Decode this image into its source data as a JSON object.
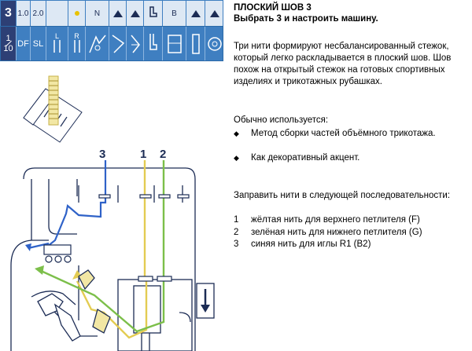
{
  "settings_strip": {
    "row1": {
      "stitch_number": "3",
      "stitch_length_a": "1.0",
      "stitch_length_b": "2.0",
      "dial_n": "N",
      "dial_b": "B"
    },
    "row2": {
      "diff_top": "1",
      "diff_bottom": "10",
      "df": "DF",
      "sl": "SL",
      "needle_l": "L",
      "needle_r": "R"
    }
  },
  "illustration": {
    "thread_numbers": [
      "3",
      "1",
      "2"
    ]
  },
  "text": {
    "title": "ПЛОСКИЙ ШОВ 3",
    "subtitle": "Выбрать 3 и настроить машину.",
    "paragraph": "Три нити формируют несбалансированный стежок, который легко раскладывается в плоский шов. Шов похож на открытый стежок на готовых спортивных изделиях и трикотажных рубашках.",
    "usage_heading": "Обычно используется:",
    "usage_items": [
      "Метод сборки частей объёмного трикотажа.",
      "Как декоративный акцент."
    ],
    "threading_heading": "Заправить нити в следующей последовательности:",
    "threading_steps": [
      {
        "num": "1",
        "text": "жёлтая нить для верхнего петлителя (F)"
      },
      {
        "num": "2",
        "text": "зелёная нить для нижнего петлителя (G)"
      },
      {
        "num": "3",
        "text": "синяя нить для иглы R1 (B2)"
      }
    ]
  },
  "colors": {
    "strip_blue": "#3f7fc1",
    "strip_dark": "#2d3f75",
    "line_blue": "#1c2c55",
    "thread_yellow": "#e3cc52",
    "thread_green": "#7cbf4a",
    "thread_blue": "#2f62c8"
  }
}
